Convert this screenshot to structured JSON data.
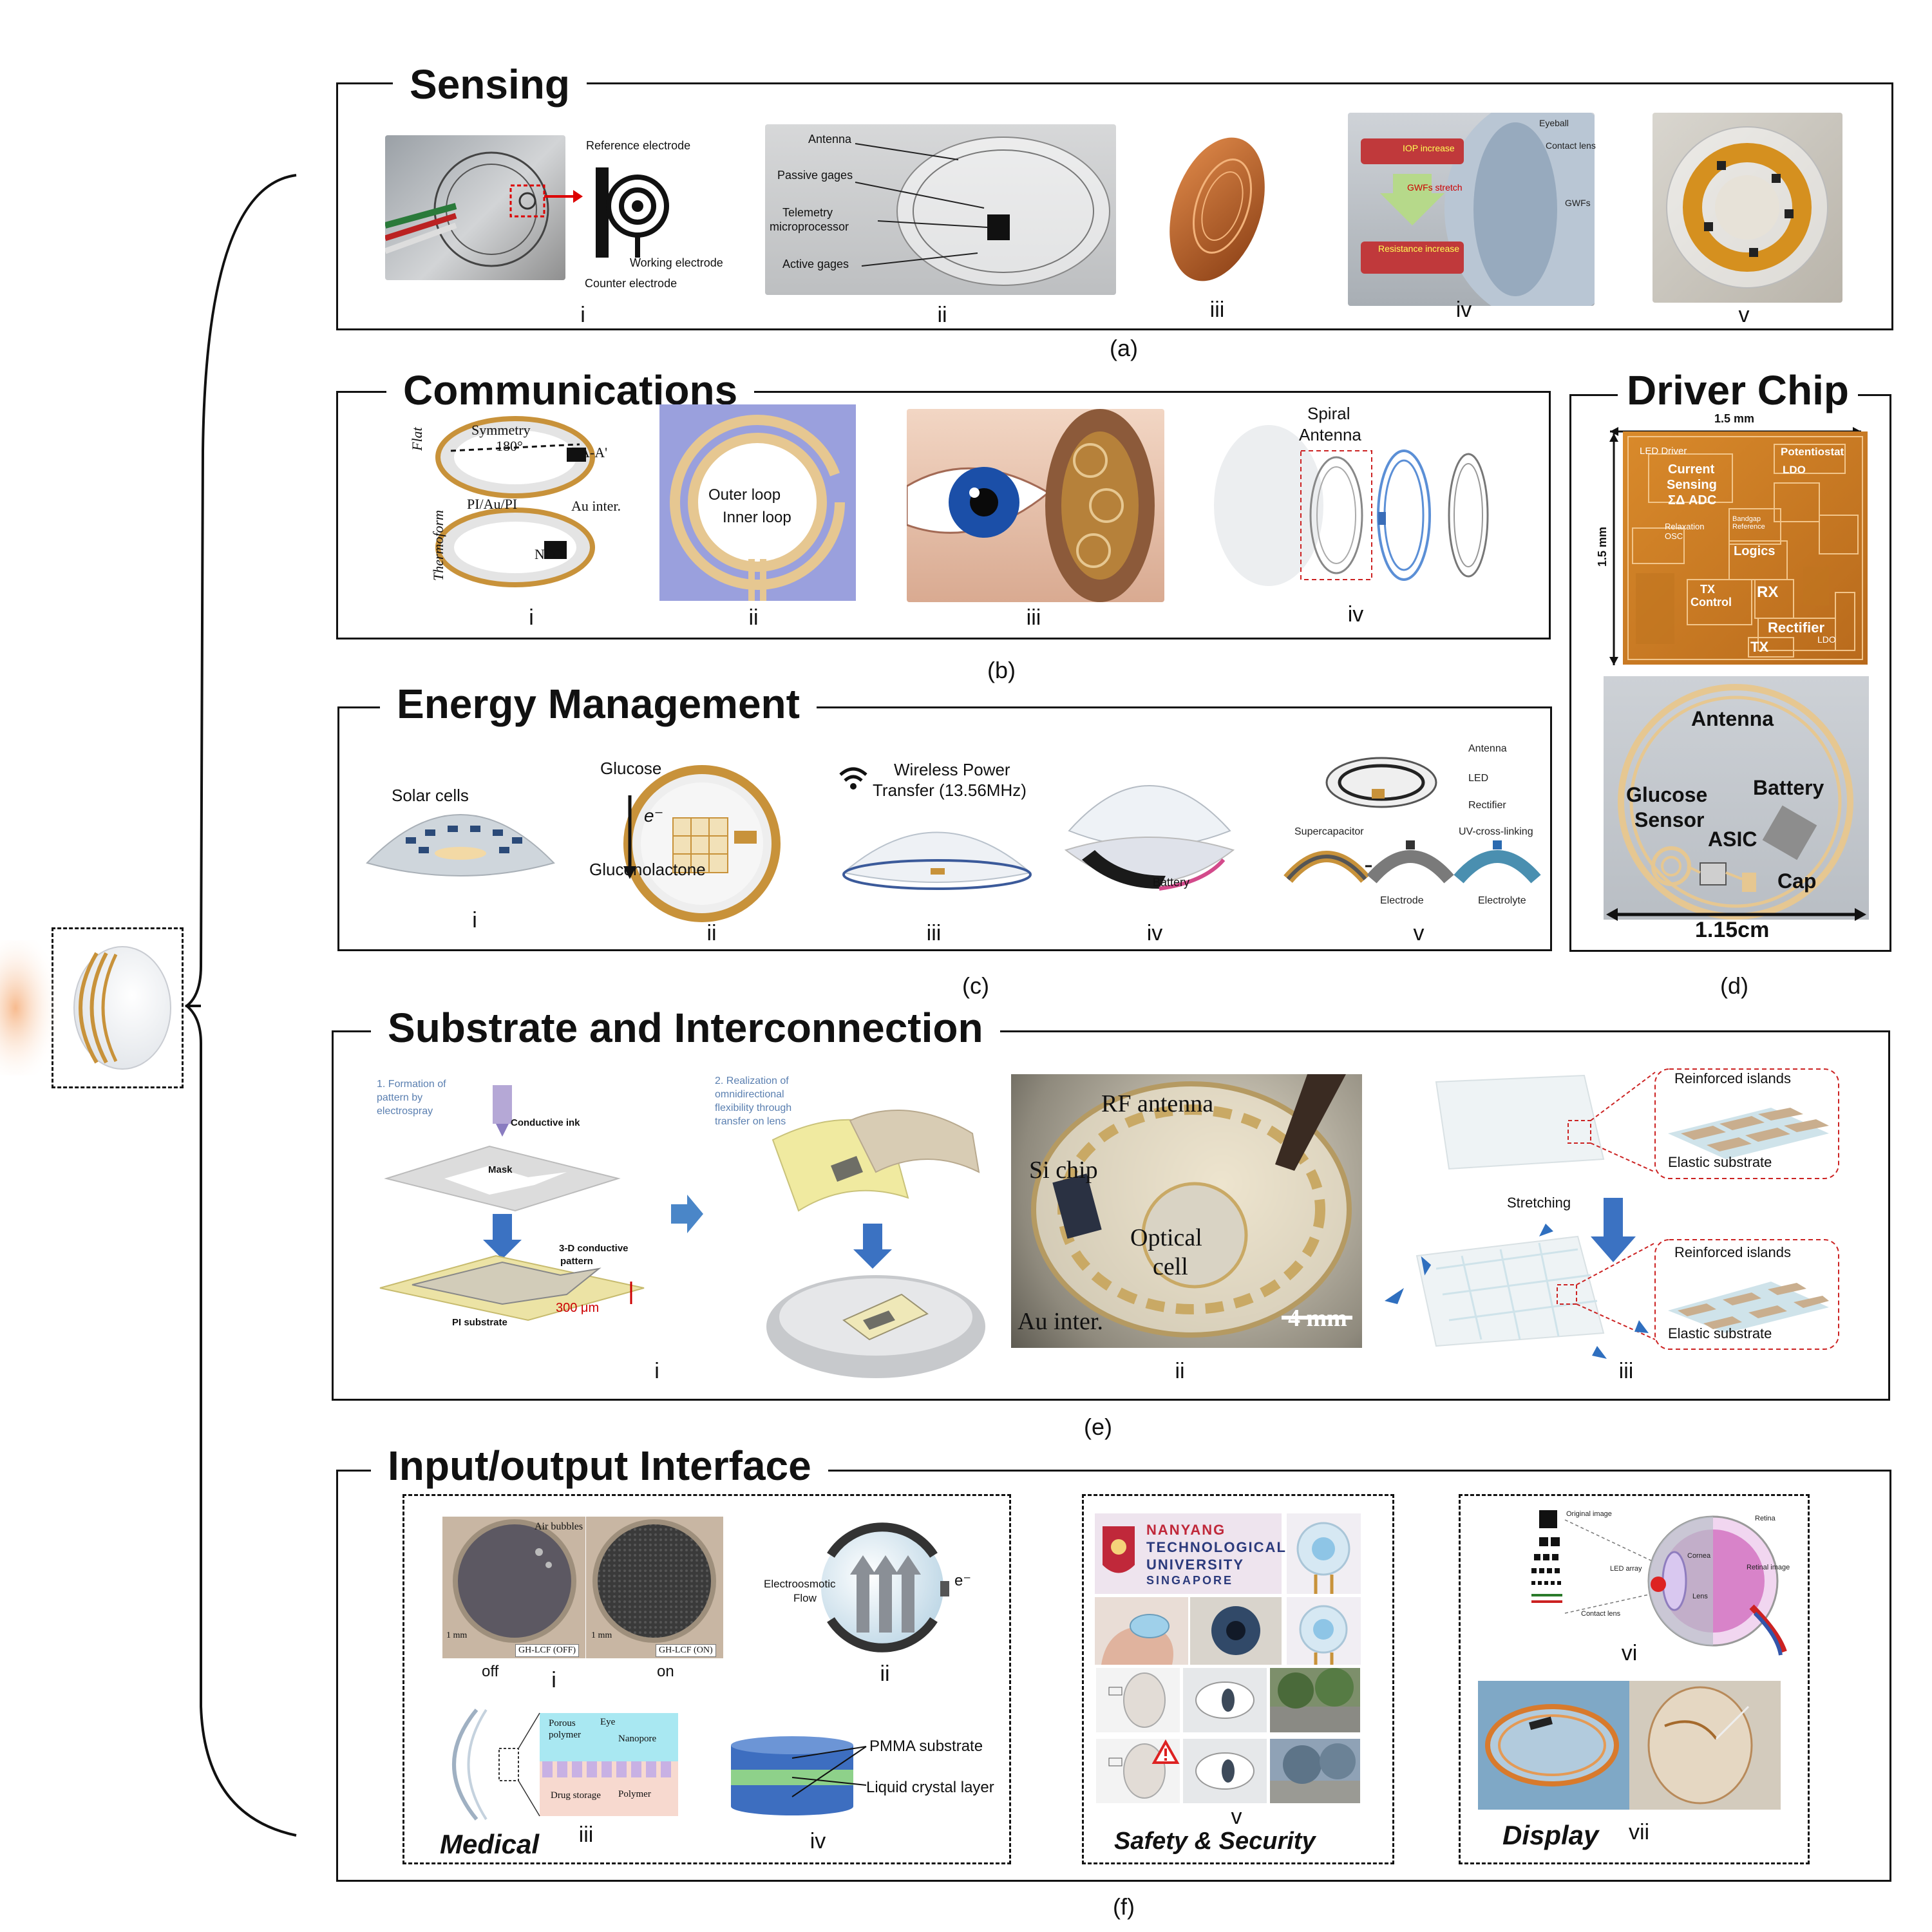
{
  "panels": {
    "a": {
      "title": "Sensing",
      "label": "(a)",
      "items": [
        "i",
        "ii",
        "iii",
        "iv",
        "v"
      ],
      "annotations": {
        "reference_electrode": "Reference electrode",
        "working_electrode": "Working electrode",
        "counter_electrode": "Counter electrode",
        "antenna": "Antenna",
        "passive_gages": "Passive gages",
        "telemetry_microprocessor_1": "Telemetry",
        "telemetry_microprocessor_2": "microprocessor",
        "active_gages": "Active gages",
        "iop_increase": "IOP increase",
        "gwfs_stretch": "GWFs stretch",
        "resistance_increase": "Resistance increase",
        "eyeball": "Eyeball",
        "contact_lens": "Contact lens",
        "gwfs": "GWFs"
      }
    },
    "b": {
      "title": "Communications",
      "label": "(b)",
      "items": [
        "i",
        "ii",
        "iii",
        "iv"
      ],
      "annotations": {
        "symmetry": "Symmetry",
        "angle": "180°",
        "aa": "A-A'",
        "flat": "Flat",
        "pi_au_pi": "PI/Au/PI",
        "au_inter": "Au inter.",
        "nfc": "NFC",
        "thermoform": "Thermoform",
        "outer_loop": "Outer loop",
        "inner_loop": "Inner loop",
        "spiral_1": "Spiral",
        "spiral_2": "Antenna"
      }
    },
    "c": {
      "title": "Energy Management",
      "label": "(c)",
      "items": [
        "i",
        "ii",
        "iii",
        "iv",
        "v"
      ],
      "annotations": {
        "solar_cells": "Solar cells",
        "glucose": "Glucose",
        "electron": "e⁻",
        "gluconolactone": "Gluconolactone",
        "wpt_1": "Wireless Power",
        "wpt_2": "Transfer (13.56MHz)",
        "battery": "Battery",
        "antenna": "Antenna",
        "led": "LED",
        "rectifier": "Rectifier",
        "supercapacitor": "Supercapacitor",
        "uv": "UV-cross-linking",
        "electrode": "Electrode",
        "electrolyte": "Electrolyte"
      }
    },
    "d": {
      "title": "Driver Chip",
      "label": "(d)",
      "annotations": {
        "width": "1.5 mm",
        "height": "1.5 mm",
        "led_driver": "LED Driver",
        "potentiostat": "Potentiostat",
        "ldo": "LDO",
        "current": "Current",
        "sensing": "Sensing",
        "adc": "ΣΔ ADC",
        "bandgap": "Bandgap Reference",
        "relaxation": "Relaxation OSC",
        "logics": "Logics",
        "tx_control_1": "TX",
        "tx_control_2": "Control",
        "rx": "RX",
        "rectifier": "Rectifier",
        "tx": "TX",
        "ldo2": "LDO",
        "antenna": "Antenna",
        "glucose_1": "Glucose",
        "glucose_2": "Sensor",
        "battery": "Battery",
        "asic": "ASIC",
        "cap": "Cap",
        "scale": "1.15cm"
      }
    },
    "e": {
      "title": "Substrate and Interconnection",
      "label": "(e)",
      "items": [
        "i",
        "ii",
        "iii"
      ],
      "annotations": {
        "step1_1": "1. Formation of",
        "step1_2": "pattern by",
        "step1_3": "electrospray",
        "conductive_ink": "Conductive ink",
        "mask": "Mask",
        "pattern_1": "3-D conductive",
        "pattern_2": "pattern",
        "thickness": "300 μm",
        "pi_substrate": "PI substrate",
        "step2_1": "2. Realization of",
        "step2_2": "omnidirectional",
        "step2_3": "flexibility through",
        "step2_4": "transfer on lens",
        "rf_antenna": "RF antenna",
        "si_chip": "Si chip",
        "optical_1": "Optical",
        "optical_2": "cell",
        "au_inter": "Au inter.",
        "scale": "4 mm",
        "reinforced_1": "Reinforced islands",
        "elastic_1": "Elastic substrate",
        "stretching": "Stretching",
        "reinforced_2": "Reinforced islands",
        "elastic_2": "Elastic substrate"
      }
    },
    "f": {
      "title": "Input/output Interface",
      "label": "(f)",
      "medical": {
        "name": "Medical",
        "air_bubbles": "Air bubbles",
        "off_scale": "1 mm",
        "off_tag": "GH-LCF (OFF)",
        "on_scale": "1 mm",
        "on_tag": "GH-LCF (ON)",
        "off": "off",
        "on": "on",
        "i": "i",
        "electroosmotic_1": "Electroosmotic",
        "electroosmotic_2": "Flow",
        "electron": "e⁻",
        "ii": "ii",
        "porous_1": "Porous",
        "porous_2": "polymer",
        "eye": "Eye",
        "nanopore": "Nanopore",
        "drug_storage": "Drug storage",
        "polymer": "Polymer",
        "iii": "iii",
        "pmma": "PMMA substrate",
        "lc_layer": "Liquid crystal layer",
        "iv": "iv"
      },
      "safety": {
        "name": "Safety & Security",
        "ntu_1": "NANYANG",
        "ntu_2": "TECHNOLOGICAL",
        "ntu_3": "UNIVERSITY",
        "ntu_4": "SINGAPORE",
        "v": "v"
      },
      "display": {
        "name": "Display",
        "original_image": "Original image",
        "led_array": "LED array",
        "contact_lens": "Contact lens",
        "cornea": "Cornea",
        "lens": "Lens",
        "retina": "Retina",
        "retinal_image": "Retinal image",
        "vi": "vi",
        "vii": "vii"
      }
    }
  },
  "colors": {
    "line": "#111111",
    "arrow_blue": "#2f6fbf",
    "gold": "#c8923a",
    "chip_orange": "#d98a2b",
    "lens_gray": "#d8dde3",
    "red_dash": "#cc2222"
  }
}
